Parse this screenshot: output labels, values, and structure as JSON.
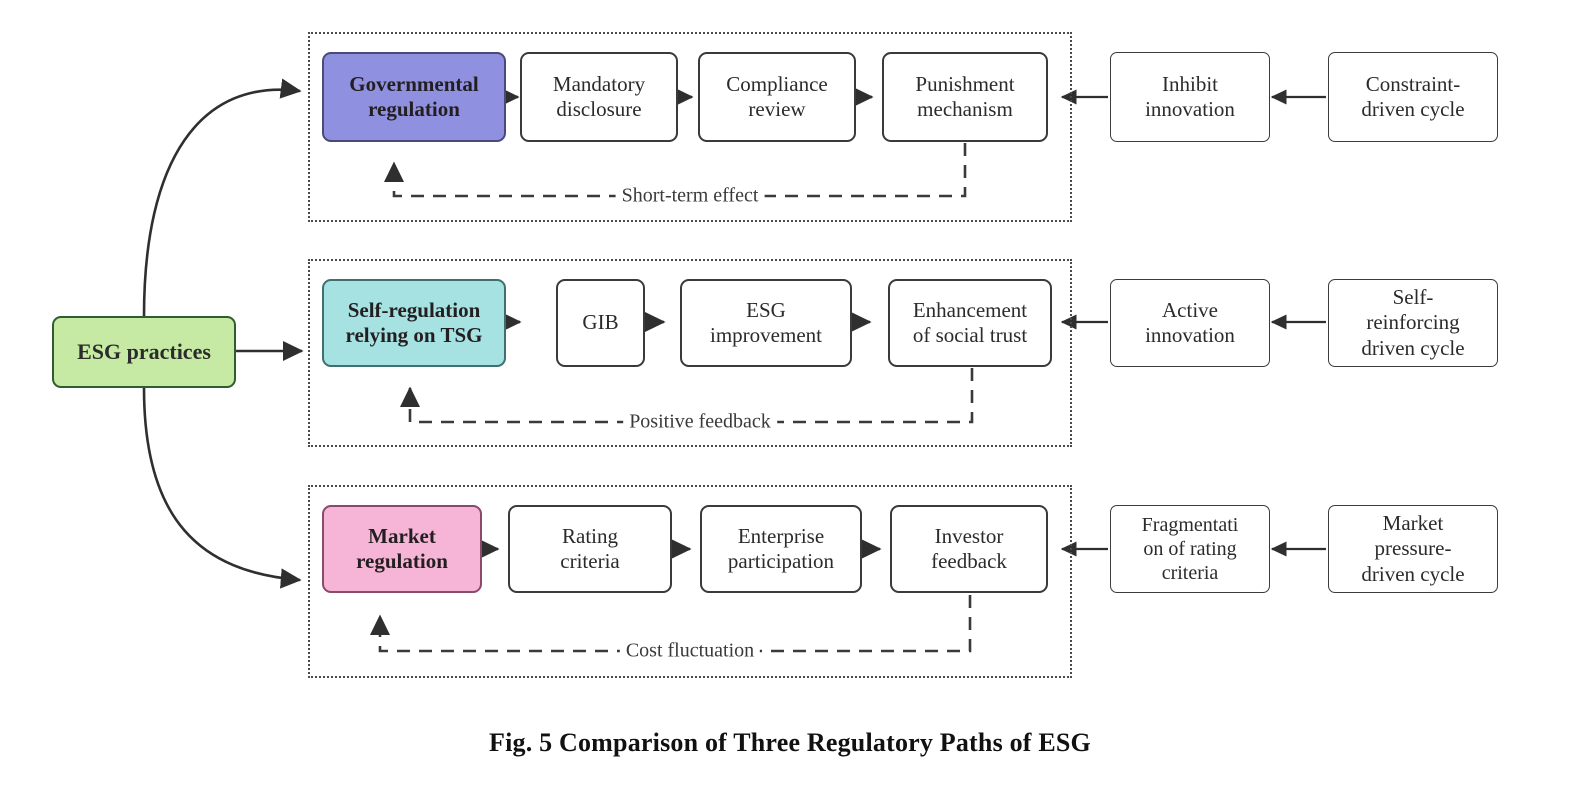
{
  "figure": {
    "caption": "Fig. 5 Comparison of Three Regulatory Paths of ESG",
    "source_label": "ESG practices"
  },
  "colors": {
    "governmental": "#8f91e0",
    "self_regulation": "#a6e2e2",
    "market": "#f6b4d6",
    "source": "#c6eaa4",
    "stroke": "#3a3a3a",
    "dotted_group": "#4b4b4b"
  },
  "rows": [
    {
      "id": "governmental-path",
      "accent_label": "Governmental\nregulation",
      "chain": [
        {
          "label": "Mandatory\ndisclosure"
        },
        {
          "label": "Compliance\nreview"
        },
        {
          "label": "Punishment\nmechanism"
        }
      ],
      "feedback_label": "Short-term effect",
      "external": [
        {
          "label": "Inhibit\ninnovation"
        },
        {
          "label": "Constraint-\ndriven cycle"
        }
      ]
    },
    {
      "id": "self-regulation-path",
      "accent_label": "Self-regulation\nrelying on TSG",
      "chain": [
        {
          "label": "GIB"
        },
        {
          "label": "ESG\nimprovement"
        },
        {
          "label": "Enhancement\nof social trust"
        }
      ],
      "feedback_label": "Positive feedback",
      "external": [
        {
          "label": "Active\ninnovation"
        },
        {
          "label": "Self-\nreinforcing\ndriven cycle"
        }
      ]
    },
    {
      "id": "market-path",
      "accent_label": "Market\nregulation",
      "chain": [
        {
          "label": "Rating\ncriteria"
        },
        {
          "label": "Enterprise\nparticipation"
        },
        {
          "label": "Investor\nfeedback"
        }
      ],
      "feedback_label": "Cost fluctuation",
      "external": [
        {
          "label": "Fragmentati\non of rating\ncriteria"
        },
        {
          "label": "Market\npressure-\ndriven cycle"
        }
      ]
    }
  ]
}
